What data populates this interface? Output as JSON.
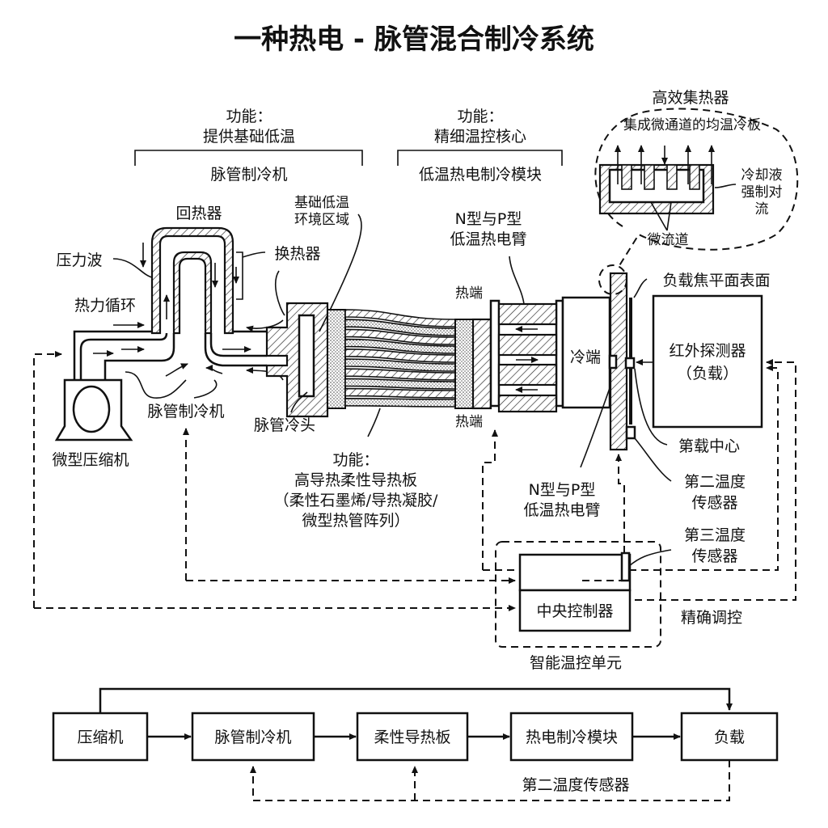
{
  "title": "一种热电 - 脉管混合制冷系统",
  "sections": {
    "pulse_tube": {
      "function_label": "功能：",
      "function_desc": "提供基础低温",
      "name": "脉管制冷机"
    },
    "thermoelectric": {
      "function_label": "功能：",
      "function_desc": "精细温控核心",
      "name": "低温热电制冷模块"
    }
  },
  "heat_collector": {
    "title": "高效集热器",
    "subtitle": "集成微通道的均温冷板",
    "coolant_line1": "冷却液",
    "coolant_line2": "强制对",
    "coolant_line3": "流",
    "channels": "微流道"
  },
  "labels": {
    "regenerator": "回热器",
    "pressure_wave": "压力波",
    "thermo_cycle": "热力循环",
    "heat_exchanger": "换热器",
    "base_low_temp_1": "基础低温",
    "base_low_temp_2": "环境区域",
    "micro_compressor": "微型压缩机",
    "pulse_tube_refrigerator": "脉管制冷机",
    "pulse_tube_cold_head": "脉管冷头",
    "np_arm_top_1": "N型与P型",
    "np_arm_top_2": "低温热电臂",
    "hot_end_top": "热端",
    "hot_end_bottom": "热端",
    "cold_end": "冷端",
    "focal_plane": "负载焦平面表面",
    "ir_detector_1": "红外探测器",
    "ir_detector_2": "（负载）",
    "load_center": "第载中心",
    "second_sensor_1": "第二温度",
    "second_sensor_2": "传感器",
    "third_sensor_1": "第三温度",
    "third_sensor_2": "传感器",
    "flex_function": "功能：",
    "flex_desc_1": "高导热柔性导热板",
    "flex_desc_2": "（柔性石墨烯/导热凝胶/",
    "flex_desc_3": "微型热管阵列）",
    "np_arm_bottom_1": "N型与P型",
    "np_arm_bottom_2": "低温热电臂",
    "central_controller": "中央控制器",
    "precise_control": "精确调控",
    "smart_unit": "智能温控单元"
  },
  "flowchart": {
    "nodes": [
      "压缩机",
      "脉管制冷机",
      "柔性导热板",
      "热电制冷模块",
      "负载"
    ],
    "feedback_label": "第二温度传感器"
  }
}
